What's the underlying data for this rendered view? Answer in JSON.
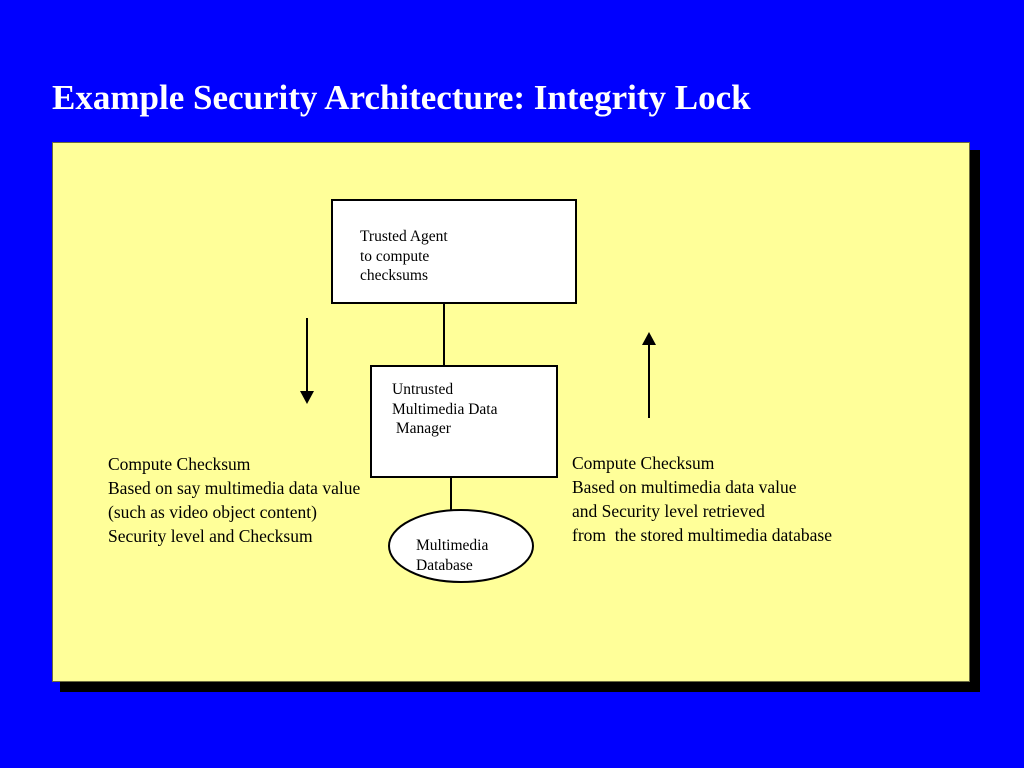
{
  "title": "Example Security Architecture: Integrity Lock",
  "colors": {
    "background": "#0000ff",
    "panel": "#ffff99",
    "title_text": "#ffffff",
    "box_fill": "#ffffff",
    "stroke": "#000000"
  },
  "diagram": {
    "trusted_agent": {
      "lines": [
        "Trusted Agent",
        "to compute",
        "checksums"
      ]
    },
    "data_manager": {
      "lines": [
        "Untrusted",
        "Multimedia Data",
        " Manager"
      ]
    },
    "database": {
      "lines": [
        "Multimedia",
        "Database"
      ]
    },
    "left_note": {
      "lines": [
        "Compute Checksum",
        "Based on say multimedia data value",
        "(such as video object content)",
        "Security level and Checksum"
      ]
    },
    "right_note": {
      "lines": [
        "Compute Checksum",
        "Based on multimedia data value",
        "and Security level retrieved",
        "from  the stored multimedia database"
      ]
    },
    "arrows": [
      {
        "name": "down-arrow-icon",
        "direction": "down"
      },
      {
        "name": "up-arrow-icon",
        "direction": "up"
      }
    ]
  }
}
